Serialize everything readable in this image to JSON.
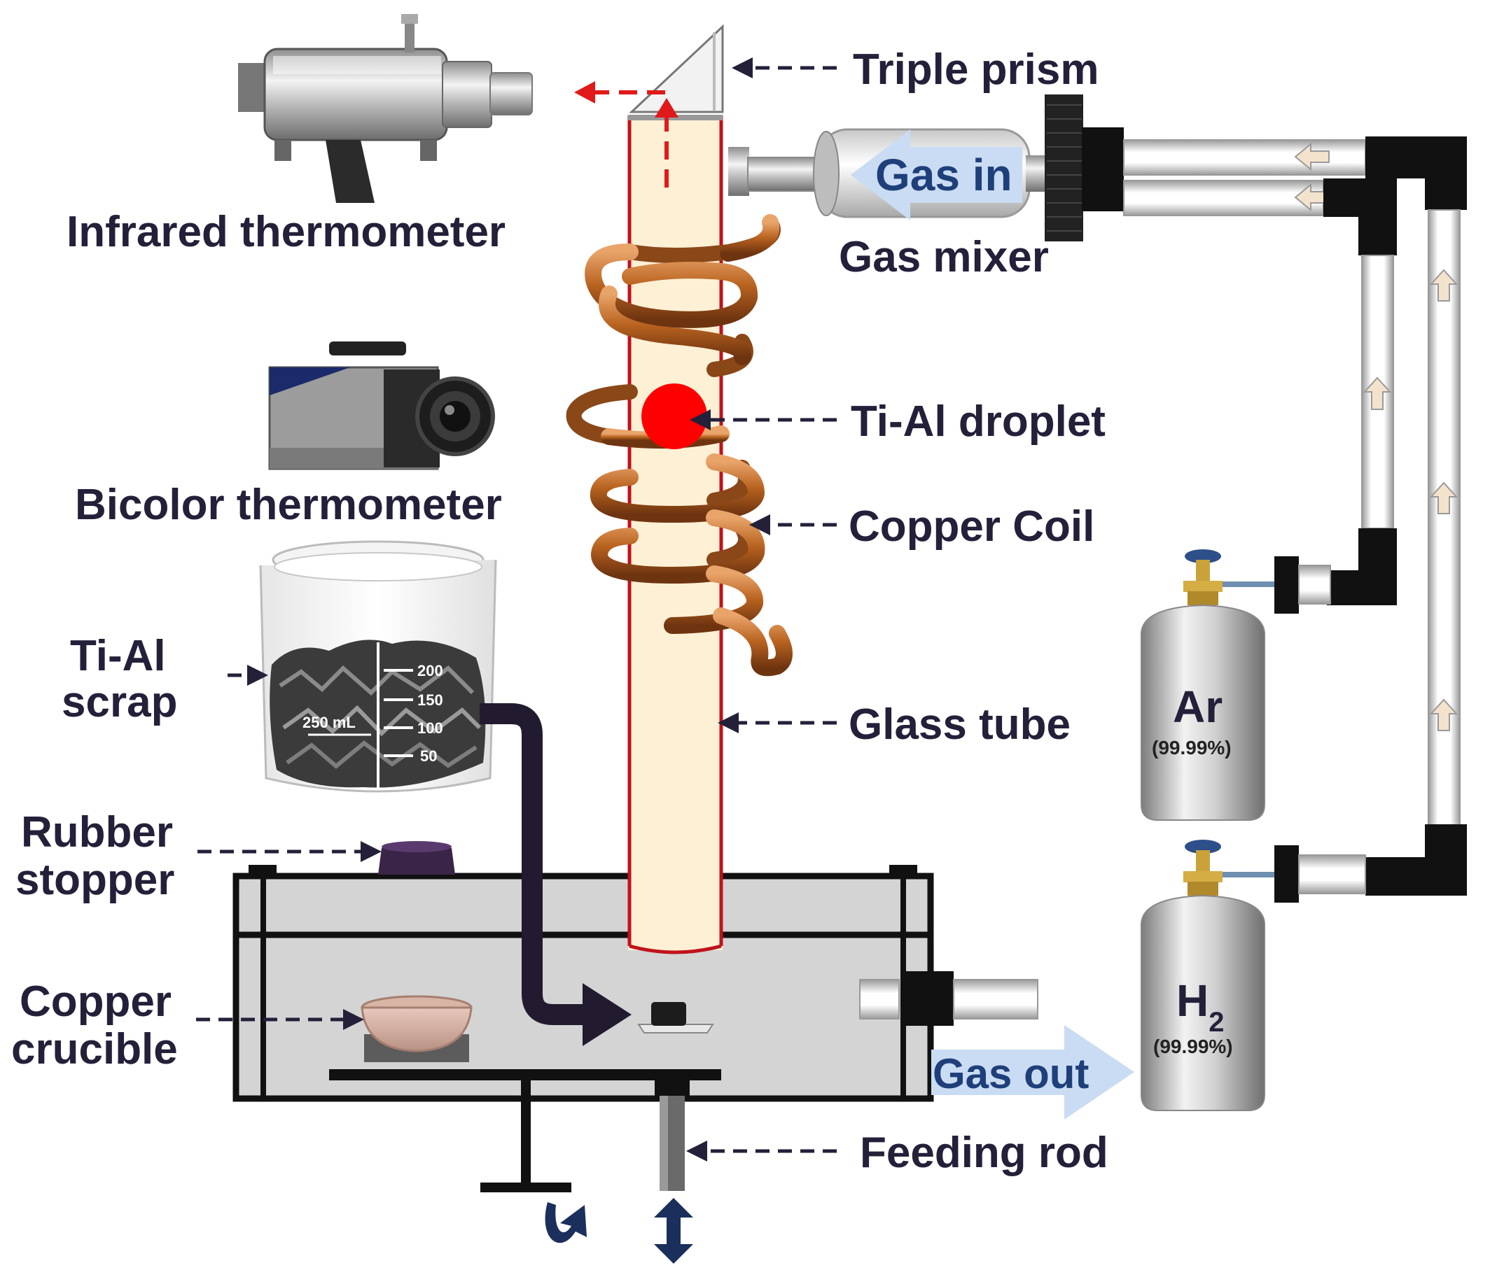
{
  "labels": {
    "infrared_thermometer": "Infrared thermometer",
    "triple_prism": "Triple prism",
    "gas_in": "Gas in",
    "gas_mixer": "Gas mixer",
    "bicolor_thermometer": "Bicolor thermometer",
    "ti_al_droplet": "Ti-Al droplet",
    "copper_coil": "Copper Coil",
    "ti_al_scrap_line1": "Ti-Al",
    "ti_al_scrap_line2": "scrap",
    "glass_tube": "Glass tube",
    "rubber_stopper_line1": "Rubber",
    "rubber_stopper_line2": "stopper",
    "copper_crucible_line1": "Copper",
    "copper_crucible_line2": "crucible",
    "gas_out": "Gas out",
    "feeding_rod": "Feeding rod"
  },
  "cylinders": [
    {
      "gas": "Ar",
      "gas_sub": "",
      "purity": "(99.99%)"
    },
    {
      "gas": "H",
      "gas_sub": "2",
      "purity": "(99.99%)"
    }
  ],
  "beaker": {
    "volume": "250 mL",
    "marks": [
      "200",
      "150",
      "100",
      "50"
    ]
  },
  "colors": {
    "label_text": "#24203a",
    "gas_flow_arrow": "#c9dcf3",
    "gas_flow_text": "#1f3f7a",
    "droplet": "#ff0000",
    "tube_fill": "#fdf0d5",
    "tube_edge": "#c0121b",
    "coil": "#b8621f",
    "chamber_fill": "#d4d4d4",
    "frame": "#111111"
  }
}
